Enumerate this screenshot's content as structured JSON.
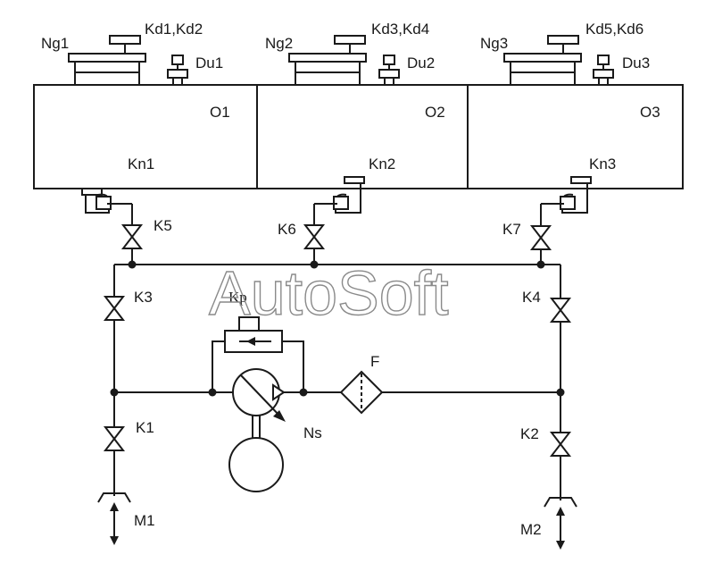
{
  "watermark": "AutoSoft",
  "tanks": [
    {
      "name": "O1",
      "neck": "Ng1",
      "level_sensor": "Kd1,Kd2",
      "breather": "Du1",
      "outlet_valve": "Kn1",
      "line_valve": "K5"
    },
    {
      "name": "O2",
      "neck": "Ng2",
      "level_sensor": "Kd3,Kd4",
      "breather": "Du2",
      "outlet_valve": "Kn2",
      "line_valve": "K6"
    },
    {
      "name": "O3",
      "neck": "Ng3",
      "level_sensor": "Kd5,Kd6",
      "breather": "Du3",
      "outlet_valve": "Kn3",
      "line_valve": "K7"
    }
  ],
  "valves": {
    "left_upper": "K3",
    "right_upper": "K4",
    "left_lower": "K1",
    "right_lower": "K2"
  },
  "relief_valve": "Kp",
  "filter": "F",
  "pump": "Ns",
  "ports": {
    "left": "M1",
    "right": "M2"
  }
}
